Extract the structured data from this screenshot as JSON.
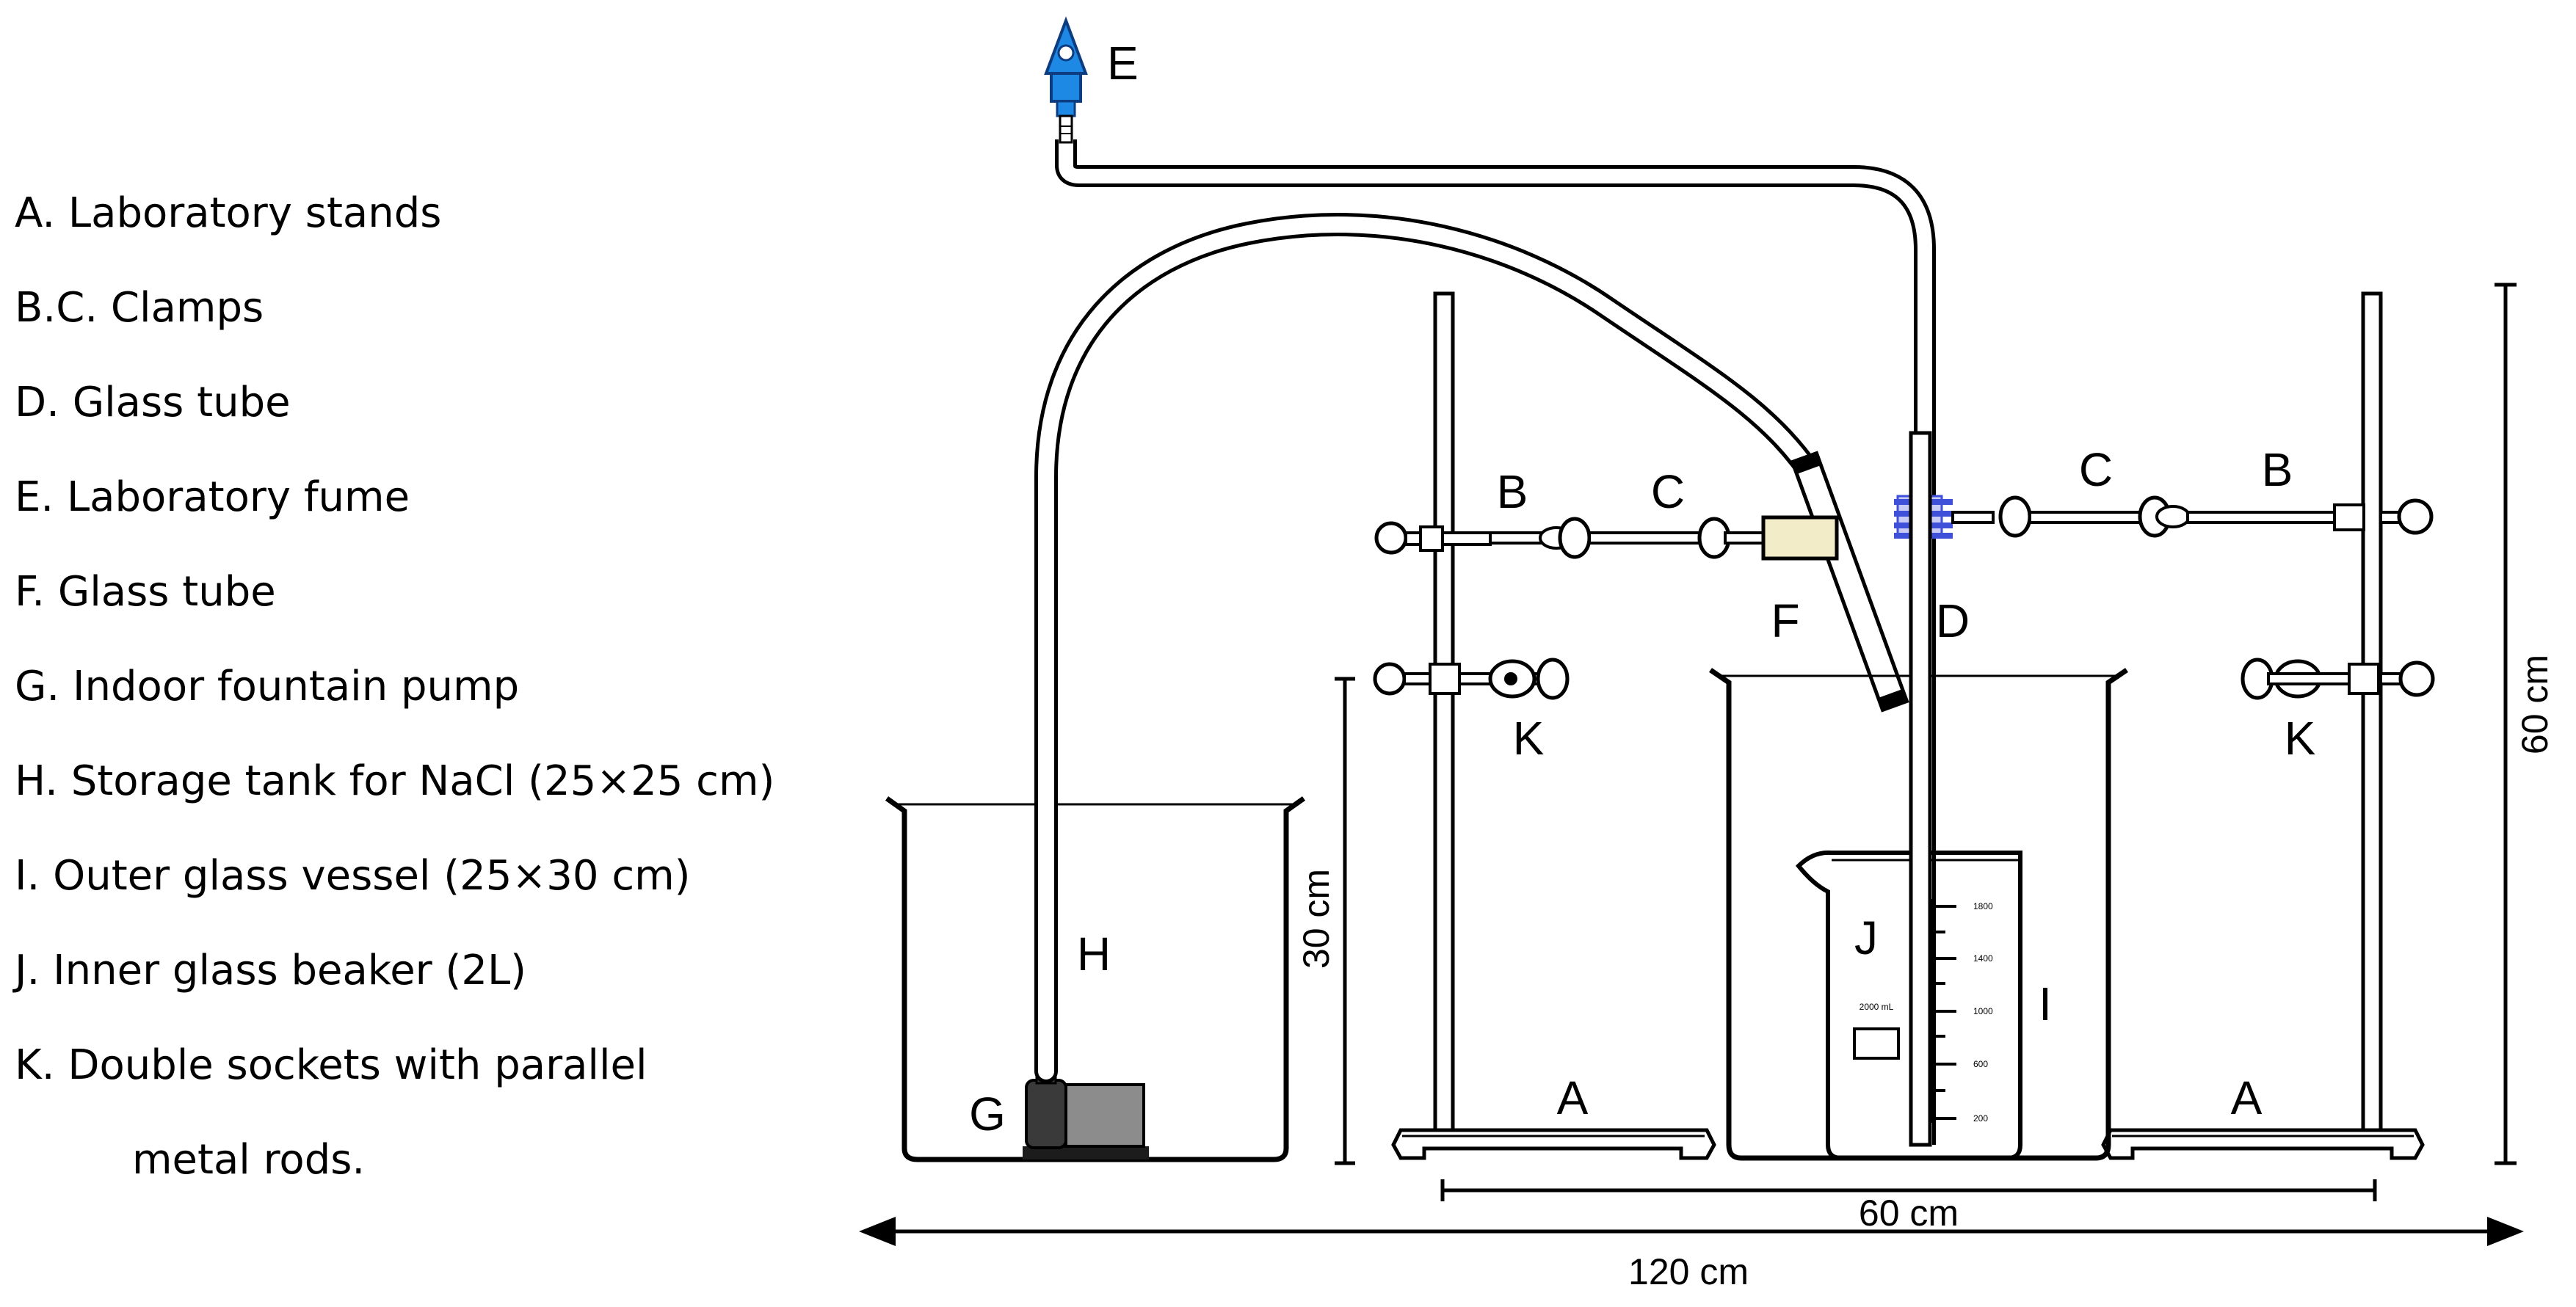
{
  "legend": [
    "A. Laboratory stands",
    "B.C. Clamps",
    "D. Glass tube",
    "E. Laboratory fume",
    "F. Glass tube",
    "G. Indoor fountain pump",
    "H. Storage tank for NaCl (25×25 cm)",
    "I. Outer glass vessel (25×30 cm)",
    "J. Inner glass beaker (2L)",
    "K. Double sockets with parallel",
    "metal rods."
  ],
  "labels": {
    "A": "A",
    "B": "B",
    "C": "C",
    "D": "D",
    "E": "E",
    "F": "F",
    "G": "G",
    "H": "H",
    "I": "I",
    "J": "J",
    "K": "K"
  },
  "dimensions": {
    "height_left": "30 cm",
    "height_right": "60 cm",
    "width_inner": "60 cm",
    "width_total": "120 cm"
  },
  "beaker_marks": {
    "capacity": "2000 mL",
    "scale": [
      "1800",
      "1400",
      "1000",
      "600",
      "200"
    ]
  },
  "colors": {
    "fume_blue": "#1e88e5",
    "clamp_blue": "#3f51d8",
    "line": "#000000",
    "pump_dark": "#3a3a3a",
    "pump_light": "#8c8c8c",
    "clamp_box": "#f3ecc8"
  }
}
